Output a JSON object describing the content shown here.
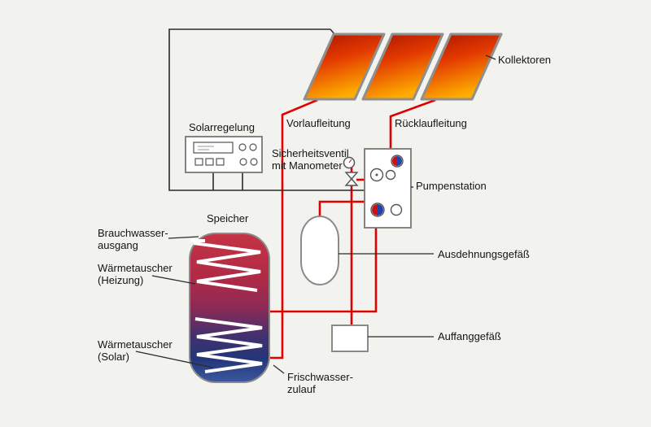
{
  "diagram": {
    "labels": {
      "kollektoren": "Kollektoren",
      "solarregelung": "Solarregelung",
      "vorlaufleitung": "Vorlaufleitung",
      "ruecklaufleitung": "Rücklaufleitung",
      "sicherheitsventil": [
        "Sicherheitsventil",
        "mit Manometer"
      ],
      "pumpenstation": "Pumpenstation",
      "speicher": "Speicher",
      "brauchwasser": [
        "Brauchwasser-",
        "ausgang"
      ],
      "waermetauscher_heizung": [
        "Wärmetauscher",
        "(Heizung)"
      ],
      "waermetauscher_solar": [
        "Wärmetauscher",
        "(Solar)"
      ],
      "ausdehnungsgefaess": "Ausdehnungsgefäß",
      "auffanggefaess": "Auffanggefäß",
      "frischwasser": [
        "Frischwasser-",
        "zulauf"
      ]
    },
    "colors": {
      "pipe_red": "#e10000",
      "wire_black": "#2b2b2b",
      "collector_gradient_top": "#b81800",
      "collector_gradient_bottom": "#ffb000",
      "tank_gradient_top": "#c23343",
      "tank_gradient_bottom": "#3a57a0",
      "component_fill": "#ffffff",
      "component_border": "#8a8a8a",
      "background": "#f2f2ef"
    }
  }
}
